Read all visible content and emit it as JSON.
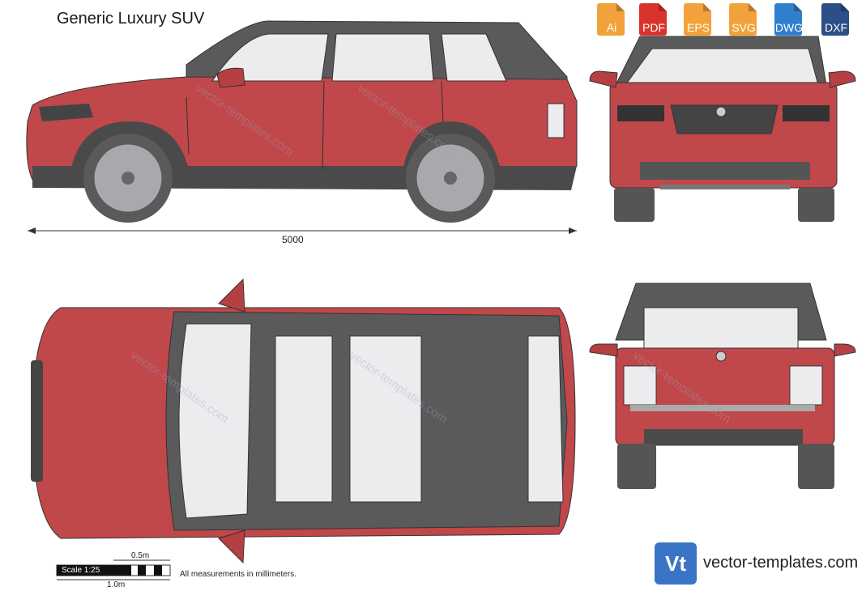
{
  "title": "Generic Luxury SUV",
  "formats": [
    {
      "label": "Ai",
      "color": "#f2a23a"
    },
    {
      "label": "PDF",
      "color": "#d9342b"
    },
    {
      "label": "EPS",
      "color": "#f2a23a"
    },
    {
      "label": "SVG",
      "color": "#f2a23a"
    },
    {
      "label": "DWG",
      "color": "#2f7fcf"
    },
    {
      "label": "DXF",
      "color": "#2b4f86"
    }
  ],
  "dimension": {
    "length": "5000"
  },
  "scale": {
    "label": "Scale 1:25",
    "half": "0.5m",
    "one": "1.0m"
  },
  "note": "All measurements in millimeters.",
  "brand": {
    "logo": "Vt",
    "site": "vector-templates.com"
  },
  "watermark": "vector-templates.com",
  "colors": {
    "body": "#c0474a",
    "roof": "#5a5a5a",
    "glass": "#ececef",
    "tire": "#555555"
  }
}
